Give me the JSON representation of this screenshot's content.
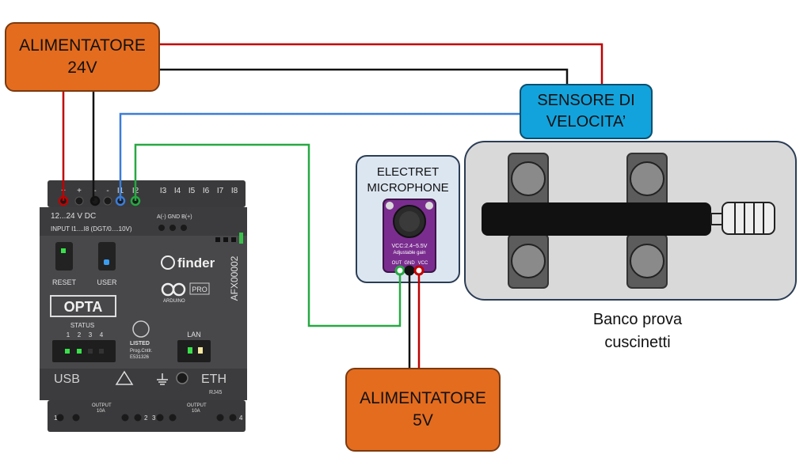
{
  "power_supply_24v": {
    "label": "ALIMENTATORE\n24V",
    "color": "#e46c1f"
  },
  "power_supply_5v": {
    "label": "ALIMENTATORE\n5V",
    "color": "#e46c1f"
  },
  "speed_sensor": {
    "label": "SENSORE DI\nVELOCITA’",
    "color": "#13a3dc"
  },
  "microphone": {
    "label": "ELECTRET\nMICROPHONE",
    "board_text_1": "VCC:2.4~5.5V",
    "board_text_2": "Adjustable gain",
    "pins": [
      "OUT",
      "GND",
      "VCC"
    ]
  },
  "bench": {
    "caption": "Banco prova\ncuscinetti"
  },
  "plc": {
    "terminals_top": [
      "+",
      "+",
      "-",
      "-",
      "I1",
      "I2",
      "I3",
      "I4",
      "I5",
      "I6",
      "I7",
      "I8"
    ],
    "supply_text": "12...24 V DC",
    "input_text": "INPUT I1....I8 (DGT/0....10V)",
    "rs485_text": "A(-) GND B(+)",
    "reset_label": "RESET",
    "user_label": "USER",
    "brand": "finder",
    "arduino_text": "ARDUINO",
    "pro_text": "PRO",
    "model": "OPTA",
    "status_label": "STATUS",
    "status_numbers": [
      "1",
      "2",
      "3",
      "4"
    ],
    "listed_text": "LISTED",
    "prog_text": "Prog.Cntlr.",
    "code_text": "E531326",
    "lan_label": "LAN",
    "serial": "AFX00002",
    "usb_label": "USB",
    "eth_label": "ETH",
    "rj45_label": "RJ45",
    "output_label": "OUTPUT",
    "output_current": "10A",
    "output_numbers": [
      "1",
      "2",
      "3",
      "4"
    ]
  },
  "wire_colors": {
    "red": "#c00000",
    "black": "#111111",
    "blue": "#3b7dd8",
    "green": "#27a843"
  }
}
